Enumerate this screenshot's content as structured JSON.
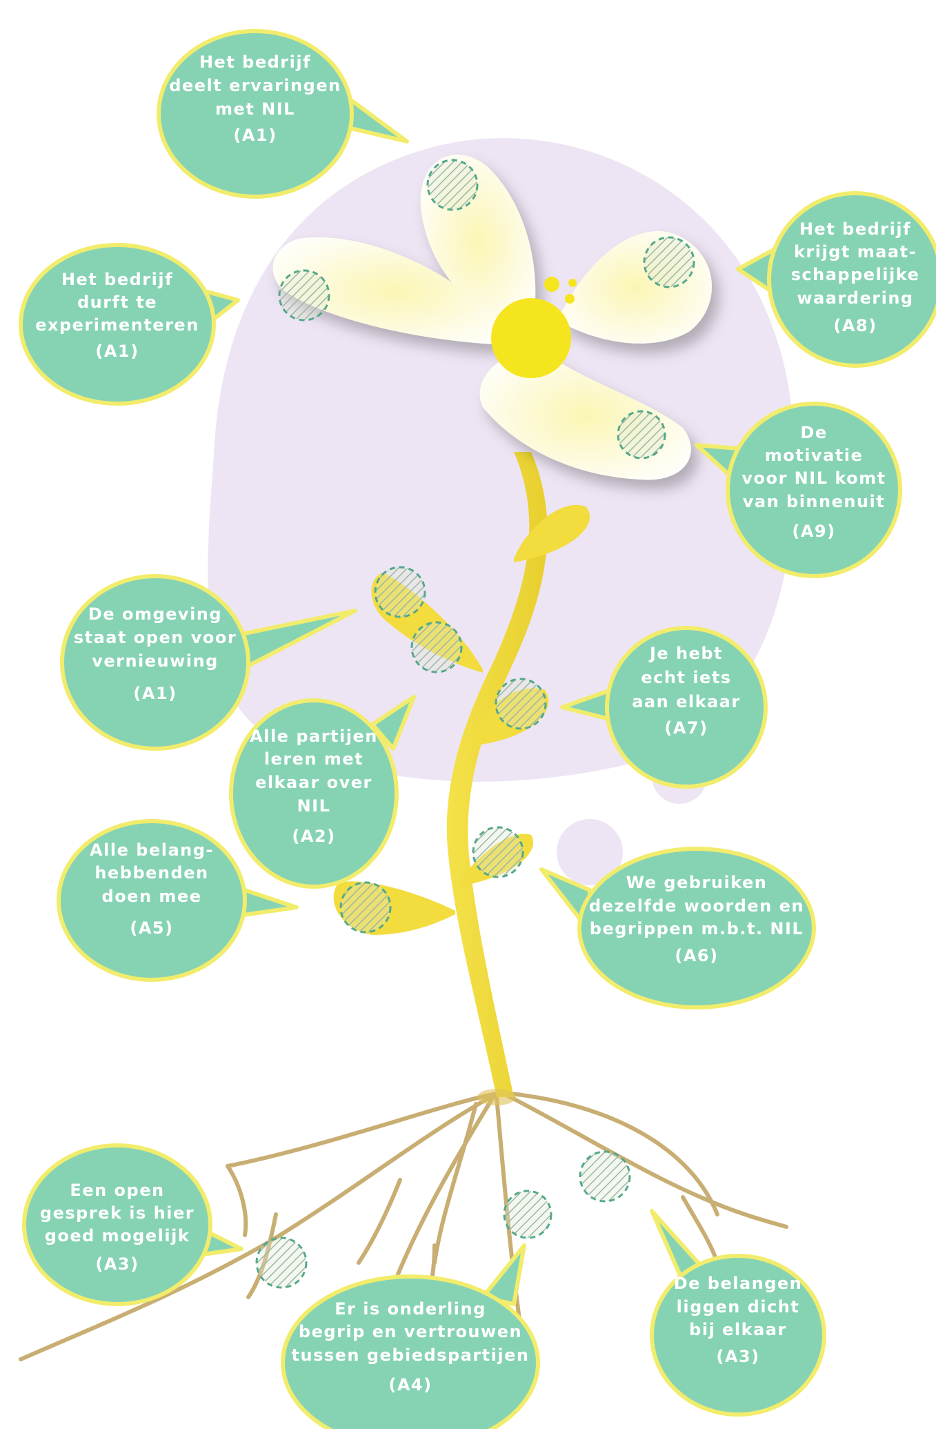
{
  "bubbles": [
    {
      "id": "a1-top",
      "lines": [
        "Het bedrijf",
        "deelt ervaringen",
        "met NIL",
        "(A1)"
      ]
    },
    {
      "id": "a1-left",
      "lines": [
        "Het bedrijf",
        "durft te",
        "experimenteren",
        "(A1)"
      ]
    },
    {
      "id": "a8",
      "lines": [
        "Het bedrijf",
        "krijgt maat-",
        "schappelijke",
        "waardering",
        "(A8)"
      ]
    },
    {
      "id": "a9",
      "lines": [
        "De",
        "motivatie",
        "voor NIL komt",
        "van binnenuit",
        "(A9)"
      ]
    },
    {
      "id": "a1-omgeving",
      "lines": [
        "De omgeving",
        "staat open voor",
        "vernieuwing",
        "(A1)"
      ]
    },
    {
      "id": "a7",
      "lines": [
        "Je hebt",
        "echt iets",
        "aan elkaar",
        "(A7)"
      ]
    },
    {
      "id": "a2",
      "lines": [
        "Alle partijen",
        "leren met",
        "elkaar over",
        "NIL",
        "(A2)"
      ]
    },
    {
      "id": "a5",
      "lines": [
        "Alle belang-",
        "hebbenden",
        "doen mee",
        "(A5)"
      ]
    },
    {
      "id": "a6",
      "lines": [
        "We gebruiken",
        "dezelfde woorden en",
        "begrippen m.b.t. NIL",
        "(A6)"
      ]
    },
    {
      "id": "a3-left",
      "lines": [
        "Een open",
        "gesprek is hier",
        "goed mogelijk",
        "(A3)"
      ]
    },
    {
      "id": "a3-right",
      "lines": [
        "De belangen",
        "liggen dicht",
        "bij elkaar",
        "(A3)"
      ]
    },
    {
      "id": "a4",
      "lines": [
        "Er is onderling",
        "begrip en vertrouwen",
        "tussen gebiedspartijen",
        "(A4)"
      ]
    }
  ],
  "colors": {
    "bubble_fill": "#86d3b4",
    "bubble_stroke": "#f2ec6c",
    "background_blob": "#ede5f3",
    "petal": "#fdfbe0",
    "flower_center": "#f5e51f",
    "stem": "#f1dc3c",
    "root": "#c8ae72",
    "marker": "#55a88a"
  }
}
